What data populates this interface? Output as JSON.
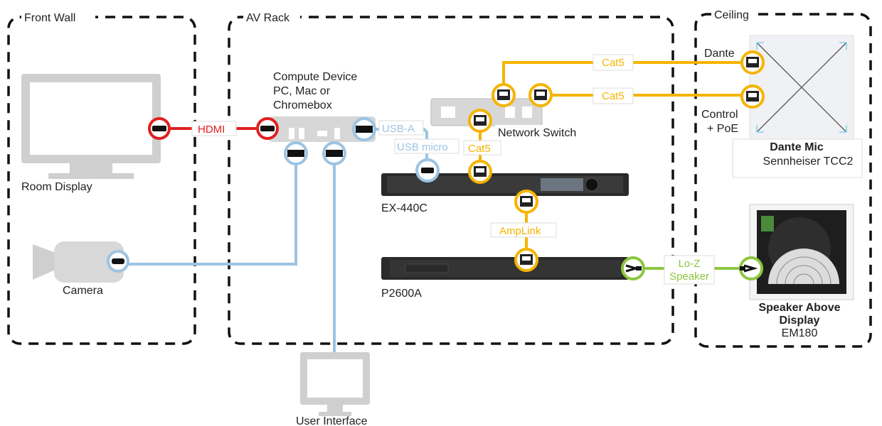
{
  "zones": {
    "front_wall": "Front Wall",
    "av_rack": "AV Rack",
    "ceiling": "Ceiling"
  },
  "devices": {
    "room_display": "Room Display",
    "camera": "Camera",
    "compute_line1": "Compute Device",
    "compute_line2": "PC, Mac or",
    "compute_line3": "Chromebox",
    "network_switch": "Network Switch",
    "ex440c": "EX-440C",
    "p2600a": "P2600A",
    "user_interface": "User Interface",
    "dante_mic_title": "Dante Mic",
    "dante_mic_model": "Sennheiser TCC2",
    "speaker_line1": "Speaker Above",
    "speaker_line2": "Display",
    "speaker_model": "EM180"
  },
  "ports": {
    "dante": "Dante",
    "control_line1": "Control",
    "control_line2": "+ PoE"
  },
  "cables": {
    "hdmi": "HDMI",
    "usb_a": "USB-A",
    "usb_micro": "USB micro",
    "cat5_a": "Cat5",
    "cat5_b": "Cat5",
    "cat5_c": "Cat5",
    "amplink": "AmpLink",
    "loz_line1": "Lo-Z",
    "loz_line2": "Speaker"
  },
  "colors": {
    "hdmi": "#e02020",
    "usb": "#9cc3e2",
    "network": "#f5b400",
    "speaker": "#8cc63f",
    "device_gray": "#cfcfcf",
    "rack_dark": "#2a2a2a"
  }
}
